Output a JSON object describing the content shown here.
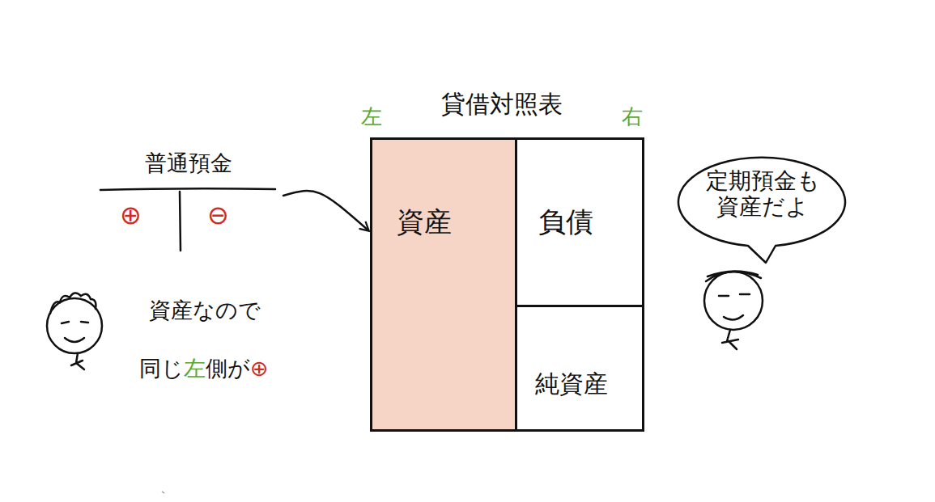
{
  "diagram": {
    "title": "貸借対照表",
    "nodes": [
      {
        "text": [
          "普通預金",
          "⊕",
          "⊖"
        ]
      },
      {
        "text": [
          "資産"
        ]
      },
      {
        "text": [
          "負債"
        ]
      },
      {
        "text": [
          "純資産"
        ]
      },
      {
        "text": [
          "定期預金も 資産だよ"
        ]
      }
    ],
    "edges": [
      {
        "from": 0,
        "to": 1,
        "arrow": "to"
      }
    ],
    "labels": [
      "左",
      "右",
      "資産なので",
      "同じ",
      "左",
      "側が",
      "⊕"
    ]
  }
}
